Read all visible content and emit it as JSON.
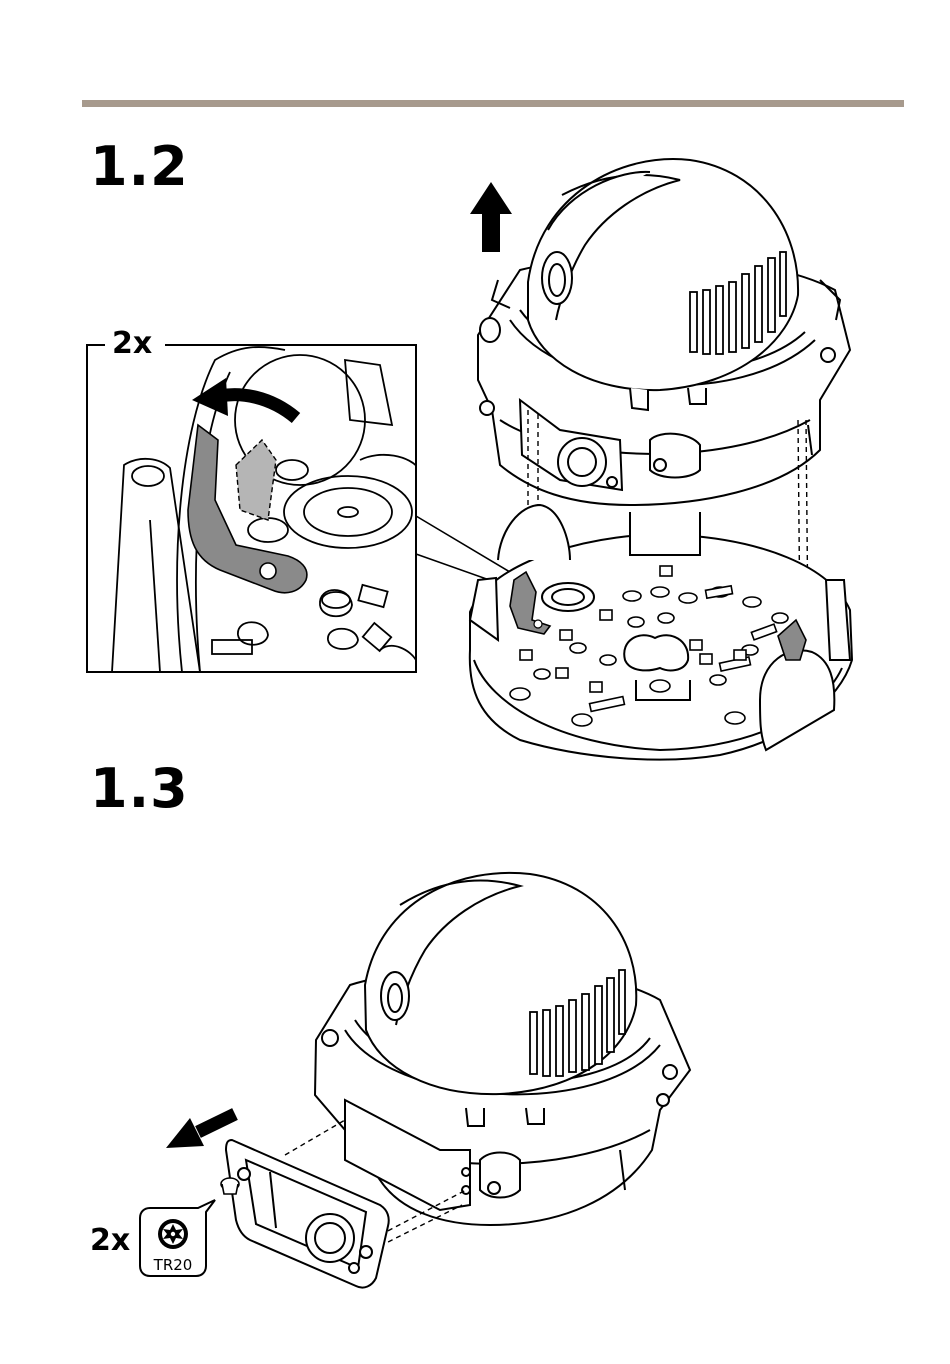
{
  "steps": [
    {
      "number": "1.2",
      "quantity": "2x"
    },
    {
      "number": "1.3",
      "quantity": "2x",
      "tool": {
        "icon": "torx-screwdriver-icon",
        "label": "TR20"
      }
    }
  ],
  "colors": {
    "rule": "#a79a8d",
    "highlight": "#8a8a8a",
    "line": "#000000"
  }
}
